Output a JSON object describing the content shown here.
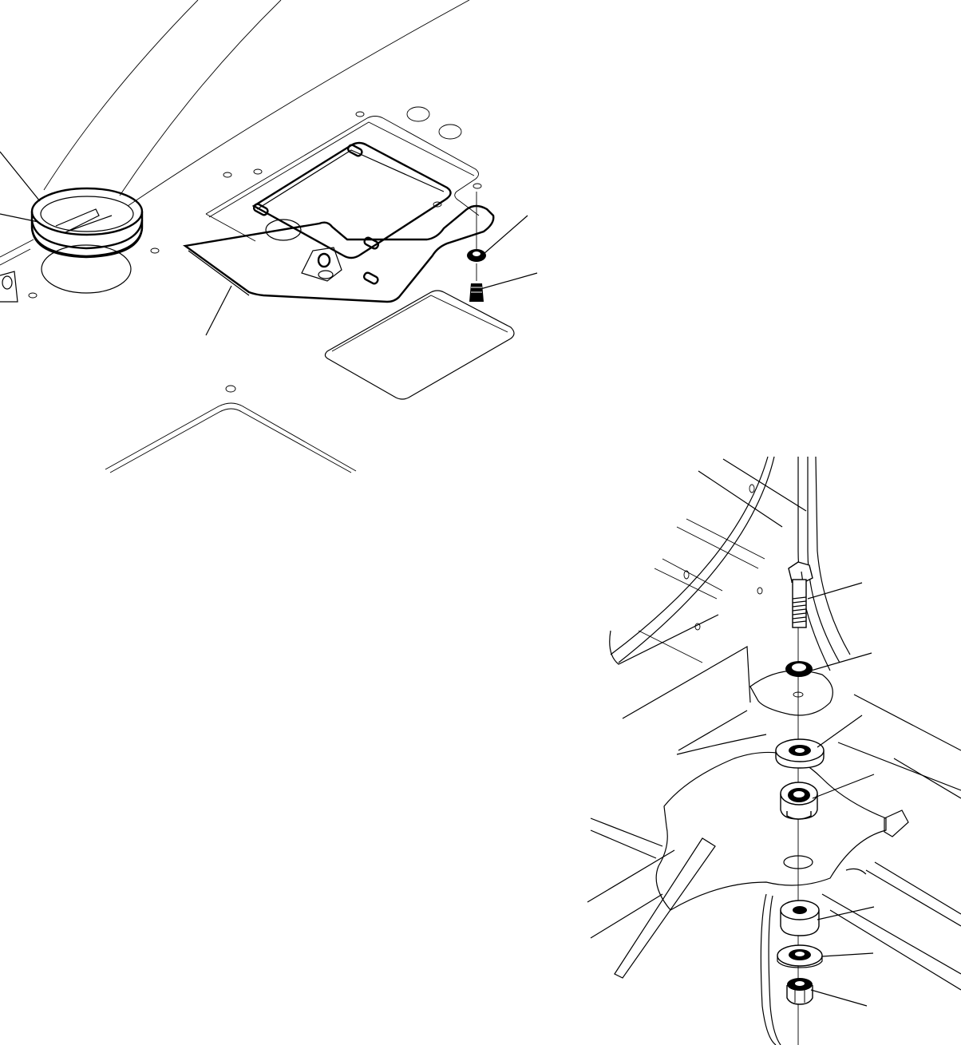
{
  "figure": {
    "kind": "exploded-parts-illustration",
    "line_color": "#000000",
    "background_color": "#ffffff",
    "views": [
      {
        "id": "upper-left-view",
        "parts_shown": [
          "seal-ring",
          "gasket-plate",
          "cover-plate",
          "washer",
          "bolt",
          "access-panel-opening"
        ],
        "leader_line_count": 5
      },
      {
        "id": "lower-right-view",
        "parts_shown": [
          "hex-bolt",
          "washer",
          "cushion-washer",
          "rubber-mount",
          "lower-cushion",
          "lower-washer",
          "nut"
        ],
        "leader_line_count": 7
      }
    ]
  }
}
